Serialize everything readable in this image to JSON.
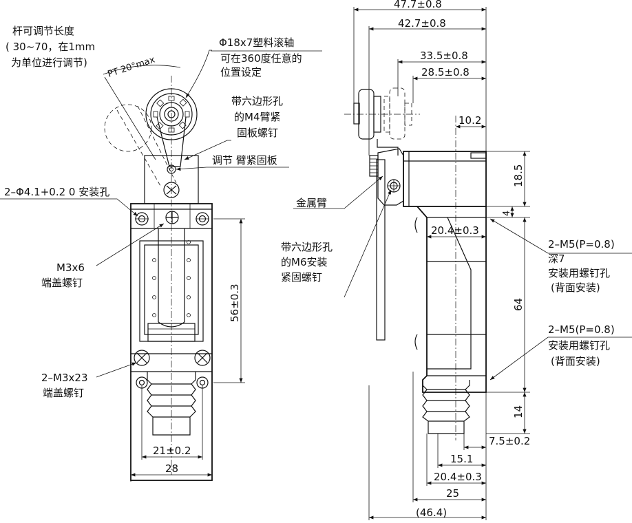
{
  "labels": {
    "rod_length_1": "杆可调节长度",
    "rod_length_2": "( 30~70，在1mm",
    "rod_length_3": "为单位进行调节)",
    "pt_angle": "PT 20°max",
    "roller": "Φ18x7塑料滚轴",
    "roller_note_1": "可在360度任意的",
    "roller_note_2": "位置设定",
    "hex_m4_1": "带六边形孔",
    "hex_m4_2": "的M4臂紧",
    "hex_m4_3": "固板螺钉",
    "adjust_plate": "调节 臂紧固板",
    "mount_hole": "2–Φ4.1+0.2 0 安装孔",
    "m3x6_1": "M3x6",
    "m3x6_2": "端盖螺钉",
    "m3x23_1": "2–M3x23",
    "m3x23_2": "端盖螺钉",
    "metal_arm": "金属臂",
    "hex_m6_1": "带六边形孔",
    "hex_m6_2": "的M6安装",
    "hex_m6_3": "紧固螺钉",
    "m5_top_1": "2–M5(P=0.8)",
    "m5_top_2": "深7",
    "m5_top_3": "安装用螺钉孔",
    "m5_top_4": "(背面安装)",
    "m5_bot_1": "2–M5(P=0.8)",
    "m5_bot_2": "安装用螺钉孔",
    "m5_bot_3": "(背面安装)"
  },
  "dims": {
    "d47_7": "47.7±0.8",
    "d42_7": "42.7±0.8",
    "d33_5": "33.5±0.8",
    "d28_5": "28.5±0.8",
    "d10_2": "10.2",
    "d18_5": "18.5",
    "d4": "4",
    "d20_4a": "20.4±0.3",
    "d64": "64",
    "d14": "14",
    "d7_5": "7.5±0.2",
    "d15_1": "15.1",
    "d20_4b": "20.4±0.3",
    "d25": "25",
    "d46_4": "(46.4)",
    "d56": "56±0.3",
    "d21": "21±0.2",
    "d28": "28"
  }
}
